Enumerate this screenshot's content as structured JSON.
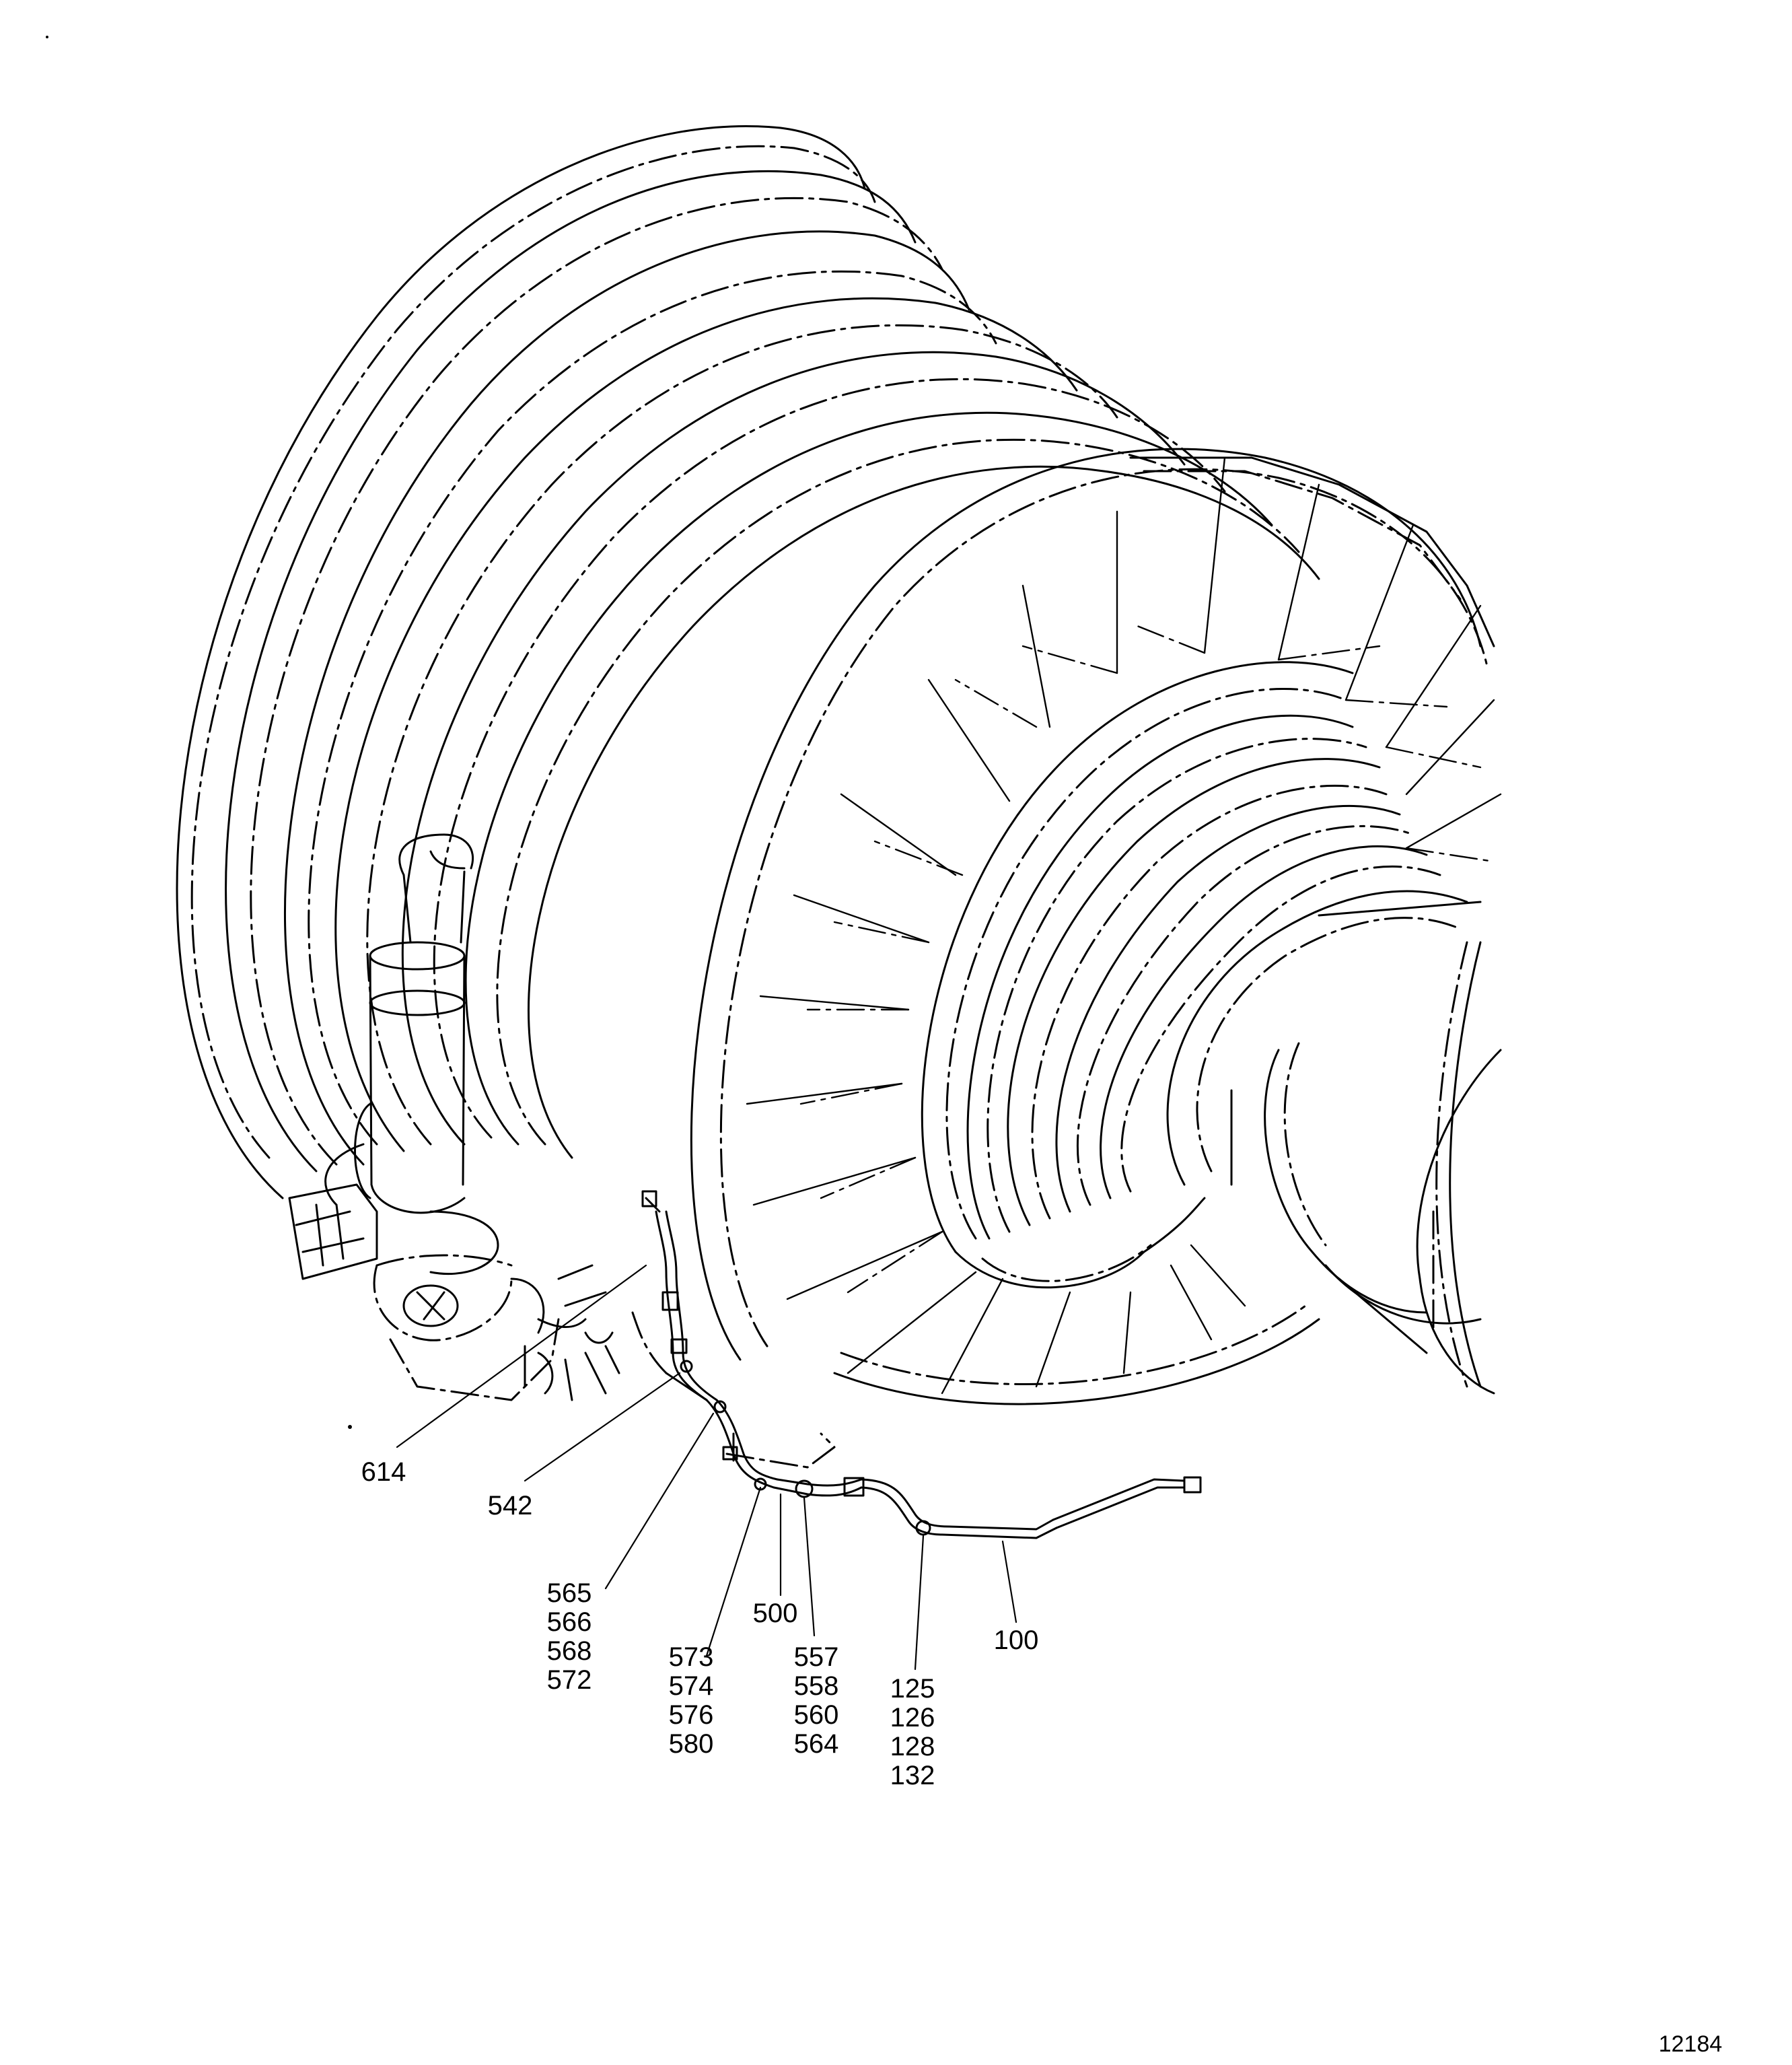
{
  "figure_number": "12184",
  "callouts": {
    "c614": [
      "614"
    ],
    "c542": [
      "542"
    ],
    "c565": [
      "565",
      "566",
      "568",
      "572"
    ],
    "c573": [
      "573",
      "574",
      "576",
      "580"
    ],
    "c500": [
      "500"
    ],
    "c557": [
      "557",
      "558",
      "560",
      "564"
    ],
    "c125": [
      "125",
      "126",
      "128",
      "132"
    ],
    "c100": [
      "100"
    ]
  }
}
